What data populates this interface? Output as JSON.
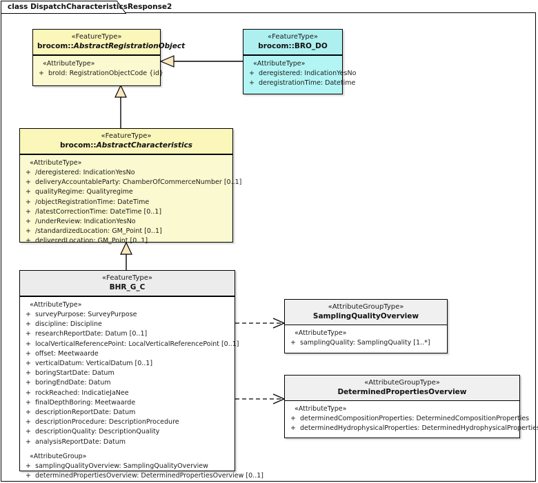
{
  "diagram": {
    "title": "class DispatchCharacteristicsResponse2",
    "accent_yellow": "#fbf9cf",
    "accent_cyan": "#b3f5f5",
    "accent_white": "#ffffff",
    "line_color": "#000000"
  },
  "classes": {
    "abstract_registration_object": {
      "stereotype": "«FeatureType»",
      "namespace": "brocom::",
      "name": "AbstractRegistrationObject",
      "compartment_label": "«AttributeType»",
      "attributes": [
        {
          "visibility": "+",
          "text": "broId: RegistrationObjectCode {id}"
        }
      ]
    },
    "bro_do": {
      "stereotype": "«FeatureType»",
      "namespace": "brocom::",
      "name": "BRO_DO",
      "compartment_label": "«AttributeType»",
      "attributes": [
        {
          "visibility": "+",
          "text": "deregistered: IndicationYesNo"
        },
        {
          "visibility": "+",
          "text": "deregistrationTime: Datetime"
        }
      ]
    },
    "abstract_characteristics": {
      "stereotype": "«FeatureType»",
      "namespace": "brocom::",
      "name": "AbstractCharacteristics",
      "compartment_label": "«AttributeType»",
      "attributes": [
        {
          "visibility": "+",
          "text": "/deregistered: IndicationYesNo"
        },
        {
          "visibility": "+",
          "text": "deliveryAccountableParty: ChamberOfCommerceNumber [0..1]"
        },
        {
          "visibility": "+",
          "text": "qualityRegime: Qualityregime"
        },
        {
          "visibility": "+",
          "text": "/objectRegistrationTime: DateTime"
        },
        {
          "visibility": "+",
          "text": "/latestCorrectionTime: DateTime [0..1]"
        },
        {
          "visibility": "+",
          "text": "/underReview: IndicationYesNo"
        },
        {
          "visibility": "+",
          "text": "/standardizedLocation: GM_Point [0..1]"
        },
        {
          "visibility": "+",
          "text": "deliveredLocation: GM_Point [0..1]"
        }
      ]
    },
    "bhr_g_c": {
      "stereotype": "«FeatureType»",
      "namespace": "",
      "name": "BHR_G_C",
      "compartment_label": "«AttributeType»",
      "attributes": [
        {
          "visibility": "+",
          "text": "surveyPurpose: SurveyPurpose"
        },
        {
          "visibility": "+",
          "text": "discipline: Discipline"
        },
        {
          "visibility": "+",
          "text": "researchReportDate: Datum [0..1]"
        },
        {
          "visibility": "+",
          "text": "localVerticalReferencePoint: LocalVerticalReferencePoint [0..1]"
        },
        {
          "visibility": "+",
          "text": "offset: Meetwaarde"
        },
        {
          "visibility": "+",
          "text": "verticalDatum: VerticalDatum [0..1]"
        },
        {
          "visibility": "+",
          "text": "boringStartDate: Datum"
        },
        {
          "visibility": "+",
          "text": "boringEndDate: Datum"
        },
        {
          "visibility": "+",
          "text": "rockReached: IndicatieJaNee"
        },
        {
          "visibility": "+",
          "text": "finalDepthBoring: Meetwaarde"
        },
        {
          "visibility": "+",
          "text": "descriptionReportDate: Datum"
        },
        {
          "visibility": "+",
          "text": "descriptionProcedure: DescriptionProcedure"
        },
        {
          "visibility": "+",
          "text": "descriptionQuality: DescriptionQuality"
        },
        {
          "visibility": "+",
          "text": "analysisReportDate: Datum"
        }
      ],
      "group_label": "«AttributeGroup»",
      "group_attributes": [
        {
          "visibility": "+",
          "text": "samplingQualityOverview: SamplingQualityOverview"
        },
        {
          "visibility": "+",
          "text": "determinedPropertiesOverview: DeterminedPropertiesOverview [0..1]"
        }
      ]
    },
    "sampling_quality_overview": {
      "stereotype": "«AttributeGroupType»",
      "namespace": "",
      "name": "SamplingQualityOverview",
      "compartment_label": "«AttributeType»",
      "attributes": [
        {
          "visibility": "+",
          "text": "samplingQuality: SamplingQuality [1..*]"
        }
      ]
    },
    "determined_properties_overview": {
      "stereotype": "«AttributeGroupType»",
      "namespace": "",
      "name": "DeterminedPropertiesOverview",
      "compartment_label": "«AttributeType»",
      "attributes": [
        {
          "visibility": "+",
          "text": "determinedCompositionProperties: DeterminedCompositionProperties"
        },
        {
          "visibility": "+",
          "text": "determinedHydrophysicalProperties: DeterminedHydrophysicalProperties"
        }
      ]
    }
  },
  "connectors": [
    {
      "name": "generalization-bro-do-to-abstract-registration-object",
      "type": "generalization"
    },
    {
      "name": "generalization-abstract-characteristics-to-abstract-registration-object",
      "type": "generalization"
    },
    {
      "name": "generalization-bhr-g-c-to-abstract-characteristics",
      "type": "generalization"
    },
    {
      "name": "dependency-bhr-g-c-to-sampling-quality-overview",
      "type": "dependency"
    },
    {
      "name": "dependency-bhr-g-c-to-determined-properties-overview",
      "type": "dependency"
    }
  ]
}
